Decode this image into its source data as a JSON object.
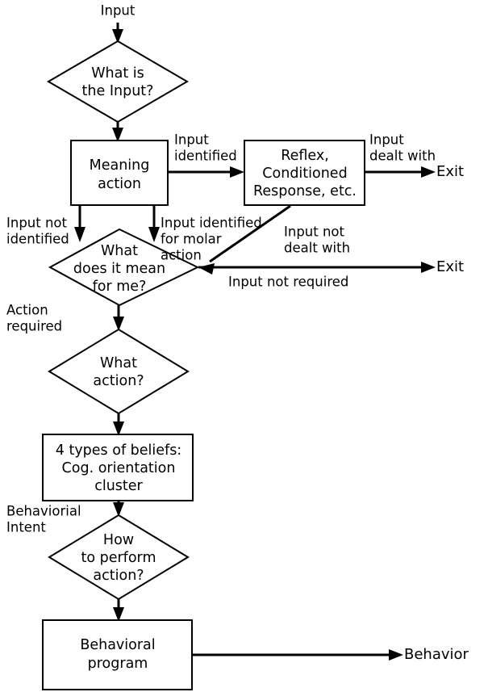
{
  "diagram": {
    "title": "Input processing and behavior flowchart",
    "colors": {
      "stroke": "#000000",
      "fill": "#ffffff",
      "background": "#ffffff"
    },
    "entry_label": "Input",
    "nodes": [
      {
        "id": "what-is-input",
        "shape": "diamond",
        "lines": [
          "What is",
          "the Input?"
        ]
      },
      {
        "id": "meaning-action",
        "shape": "rect",
        "lines": [
          "Meaning",
          "action"
        ]
      },
      {
        "id": "reflex",
        "shape": "rect",
        "lines": [
          "Reflex,",
          "Conditioned",
          "Response, etc."
        ]
      },
      {
        "id": "what-does-it-mean",
        "shape": "diamond",
        "lines": [
          "What",
          "does it mean",
          "for me?"
        ]
      },
      {
        "id": "what-action",
        "shape": "diamond",
        "lines": [
          "What",
          "action?"
        ]
      },
      {
        "id": "beliefs",
        "shape": "rect",
        "lines": [
          "4 types of beliefs:",
          "Cog. orientation",
          "cluster"
        ]
      },
      {
        "id": "how-to-perform",
        "shape": "diamond",
        "lines": [
          "How",
          "to perform",
          "action?"
        ]
      },
      {
        "id": "behavioral-program",
        "shape": "rect",
        "lines": [
          "Behavioral",
          "program"
        ]
      }
    ],
    "edge_labels": {
      "input_identified": [
        "Input",
        "identified"
      ],
      "input_dealt_with": [
        "Input",
        "dealt with"
      ],
      "input_not_identified": [
        "Input not",
        "identified"
      ],
      "input_identified_molar": [
        "Input identified",
        "for molar",
        "action"
      ],
      "input_not_dealt_with": [
        "Input not",
        "dealt with"
      ],
      "input_not_required": [
        "Input not required"
      ],
      "action_required": [
        "Action",
        "required"
      ],
      "behaviorial_intent": [
        "Behaviorial",
        "Intent"
      ]
    },
    "terminals": {
      "exit_top": "Exit",
      "exit_middle": "Exit",
      "behavior": "Behavior"
    }
  }
}
